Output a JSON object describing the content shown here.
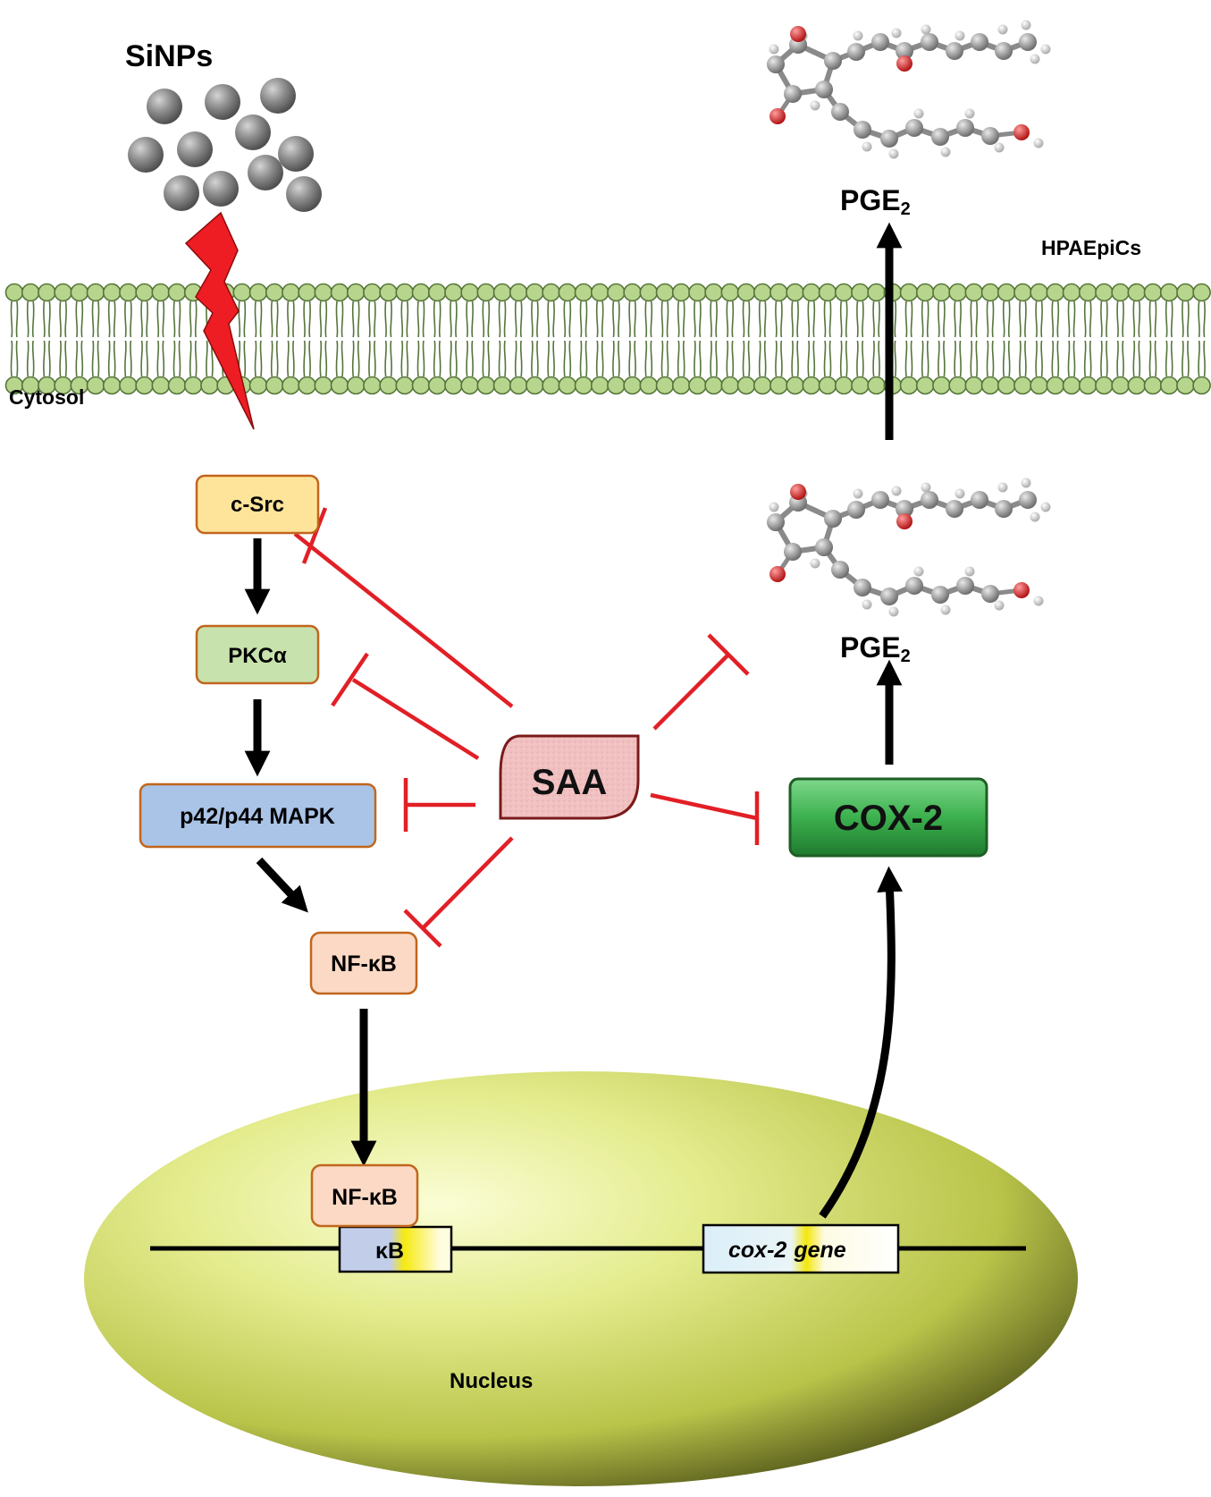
{
  "labels": {
    "sinps": "SiNPs",
    "hpaepics": "HPAEpiCs",
    "cytosol": "Cytosol",
    "nucleus": "Nucleus",
    "pge2_base": "PGE",
    "pge2_sub": "2"
  },
  "nodes": {
    "csrc": "c-Src",
    "pkca": "PKCα",
    "mapk": "p42/p44 MAPK",
    "nfkb_cyto": "NF-κB",
    "nfkb_nuc": "NF-κB",
    "saa": "SAA",
    "cox2": "COX-2"
  },
  "dna": {
    "kb_site": "κB",
    "gene_italic": "cox-2",
    "gene_word": "gene"
  },
  "colors": {
    "membrane": "#b7d58c",
    "membrane_stroke": "#55753a",
    "inhibit": "#e21f26",
    "bolt": "#ee1d23",
    "csrc_fill": "#fde49a",
    "pkca_fill": "#c7e2ad",
    "mapk_fill": "#a9c4e7",
    "nfkb_fill": "#fbd9c4",
    "box_stroke": "#c1661d",
    "saa_fill": "#f2c2c2",
    "cox2_fill": "#3cb04e",
    "nucleus_fill": "#d9e474"
  }
}
